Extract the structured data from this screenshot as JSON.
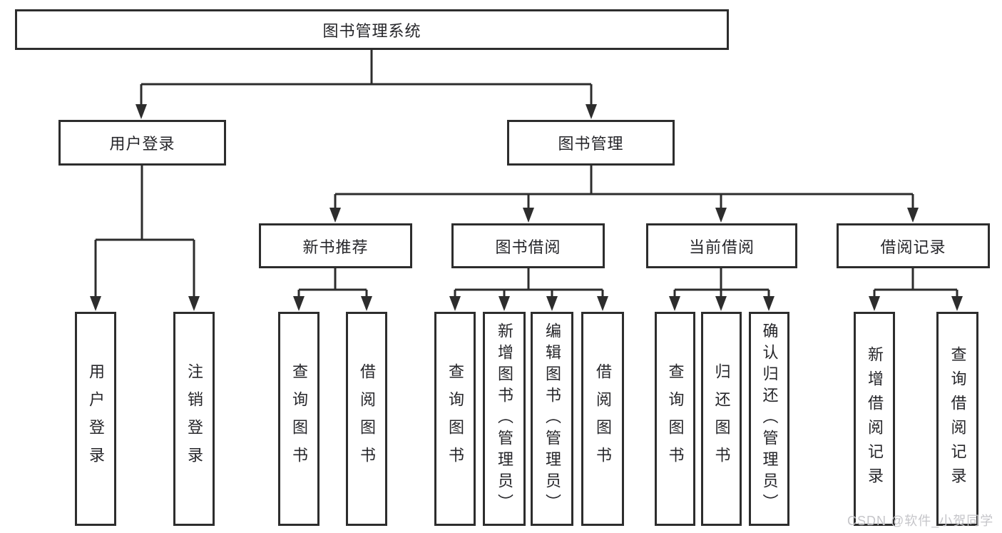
{
  "tree": {
    "root": {
      "label": "图书管理系统"
    },
    "branches": [
      {
        "label": "用户登录",
        "leaves": [
          "用户登录",
          "注销登录"
        ]
      },
      {
        "label": "图书管理",
        "groups": [
          {
            "label": "新书推荐",
            "leaves": [
              "查询图书",
              "借阅图书"
            ]
          },
          {
            "label": "图书借阅",
            "leaves": [
              "查询图书",
              "新增图书（管理员）",
              "编辑图书（管理员）",
              "借阅图书"
            ]
          },
          {
            "label": "当前借阅",
            "leaves": [
              "查询图书",
              "归还图书",
              "确认归还（管理员）"
            ]
          },
          {
            "label": "借阅记录",
            "leaves": [
              "新增借阅记录",
              "查询借阅记录"
            ]
          }
        ]
      }
    ]
  },
  "watermark": {
    "text": "CSDN @软件_小贺同学"
  },
  "colors": {
    "line": "#2d2d2d",
    "border": "#2d2d2d",
    "background": "#ffffff",
    "text": "#26262a",
    "watermark": "#c5c5c9"
  }
}
